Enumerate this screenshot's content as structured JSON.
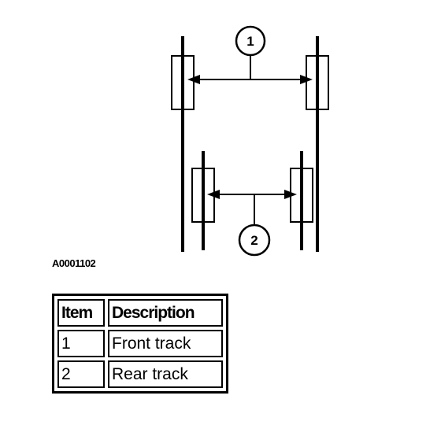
{
  "figure_code": "A0001102",
  "callouts": [
    "1",
    "2"
  ],
  "legend": {
    "headers": [
      "Item",
      "Description"
    ],
    "rows": [
      [
        "1",
        "Front track"
      ],
      [
        "2",
        "Rear track"
      ]
    ]
  }
}
